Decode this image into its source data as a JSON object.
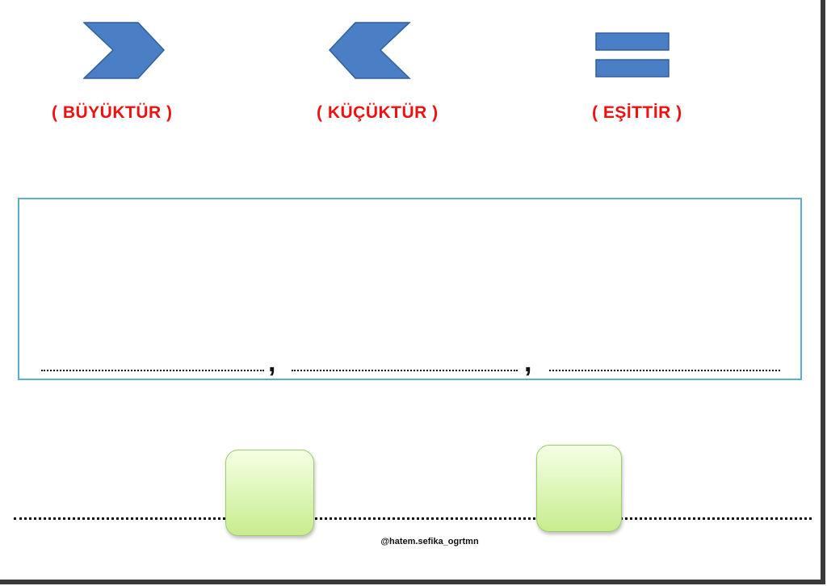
{
  "symbols": [
    {
      "name": "greater-than",
      "icon": "greater-than-chevron-icon",
      "label": "( BÜYÜKTÜR )"
    },
    {
      "name": "less-than",
      "icon": "less-than-chevron-icon",
      "label": "( KÜÇÜKTÜR )"
    },
    {
      "name": "equals",
      "icon": "equals-icon",
      "label": "( EŞİTTİR )"
    }
  ],
  "colors": {
    "symbol_fill": "#4b7fc5",
    "symbol_stroke": "#2f5f9e",
    "label": "#ee1111",
    "box_border": "#5aaecb",
    "green_box": "#d4f2a8"
  },
  "answer_line": {
    "separator_1": ",",
    "separator_2": ","
  },
  "credit": "@hatem.sefika_ogrtmn"
}
